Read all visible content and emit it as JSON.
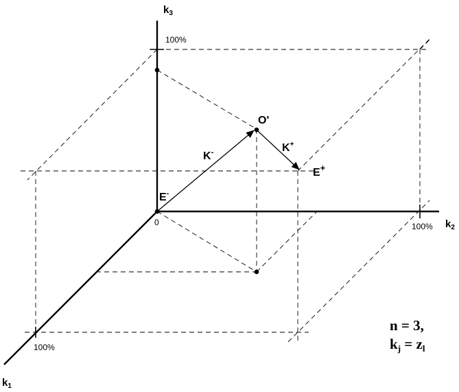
{
  "axes": {
    "k1": {
      "base": "k",
      "sub": "1"
    },
    "k2": {
      "base": "k",
      "sub": "2"
    },
    "k3": {
      "base": "k",
      "sub": "3"
    }
  },
  "ticks": {
    "origin": "0",
    "k1_max": "100%",
    "k2_max": "100%",
    "k3_max": "100%"
  },
  "points": {
    "o_prime": "O'",
    "e_minus": {
      "base": "E",
      "sup": "-"
    },
    "e_plus": {
      "base": "E",
      "sup": "+"
    }
  },
  "vectors": {
    "k_minus": {
      "base": "K",
      "sup": "-"
    },
    "k_plus": {
      "base": "K",
      "sup": "+"
    }
  },
  "formula": {
    "line1": "n = 3,",
    "line2_base": "k",
    "line2_sub": "j",
    "line2_eq": " = z",
    "line2_sub2": "l"
  }
}
